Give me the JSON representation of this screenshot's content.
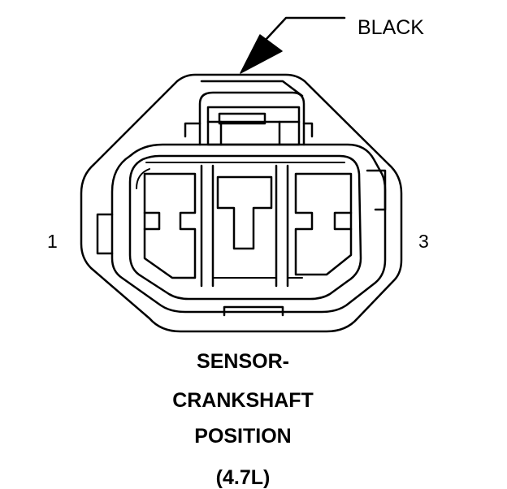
{
  "connector": {
    "color_label": "BLACK",
    "pin_labels": [
      "1",
      "3"
    ]
  },
  "caption": {
    "line1": "SENSOR-",
    "line2": "CRANKSHAFT",
    "line3": "POSITION",
    "line4": "(4.7L)"
  },
  "colors": {
    "ink": "#000000",
    "paper": "#ffffff"
  }
}
